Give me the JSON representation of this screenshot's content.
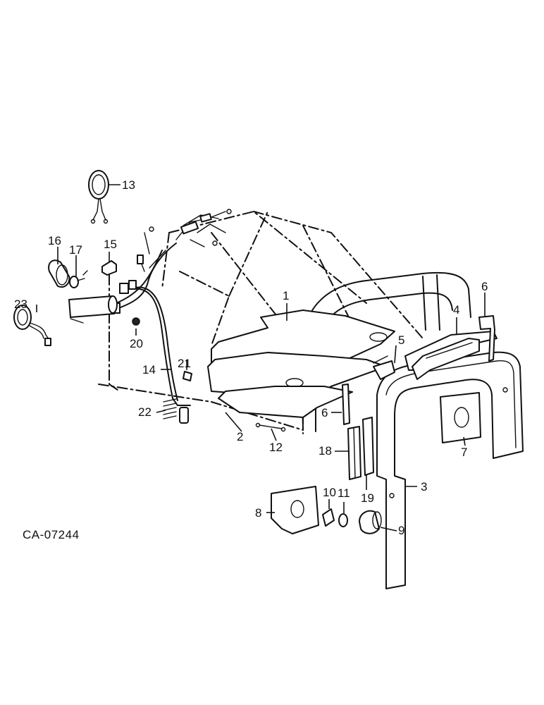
{
  "figure_code": "CA-07244",
  "callouts": [
    {
      "id": "c1",
      "label": "1"
    },
    {
      "id": "c2",
      "label": "2"
    },
    {
      "id": "c3",
      "label": "3"
    },
    {
      "id": "c4",
      "label": "4"
    },
    {
      "id": "c5",
      "label": "5"
    },
    {
      "id": "c6a",
      "label": "6"
    },
    {
      "id": "c6b",
      "label": "6"
    },
    {
      "id": "c7",
      "label": "7"
    },
    {
      "id": "c8",
      "label": "8"
    },
    {
      "id": "c9",
      "label": "9"
    },
    {
      "id": "c10",
      "label": "10"
    },
    {
      "id": "c11",
      "label": "11"
    },
    {
      "id": "c12",
      "label": "12"
    },
    {
      "id": "c13",
      "label": "13"
    },
    {
      "id": "c14",
      "label": "14"
    },
    {
      "id": "c15",
      "label": "15"
    },
    {
      "id": "c16",
      "label": "16"
    },
    {
      "id": "c17",
      "label": "17"
    },
    {
      "id": "c18",
      "label": "18"
    },
    {
      "id": "c19",
      "label": "19"
    },
    {
      "id": "c20",
      "label": "20"
    },
    {
      "id": "c21",
      "label": "21"
    },
    {
      "id": "c22",
      "label": "22"
    },
    {
      "id": "c23",
      "label": "23"
    }
  ]
}
